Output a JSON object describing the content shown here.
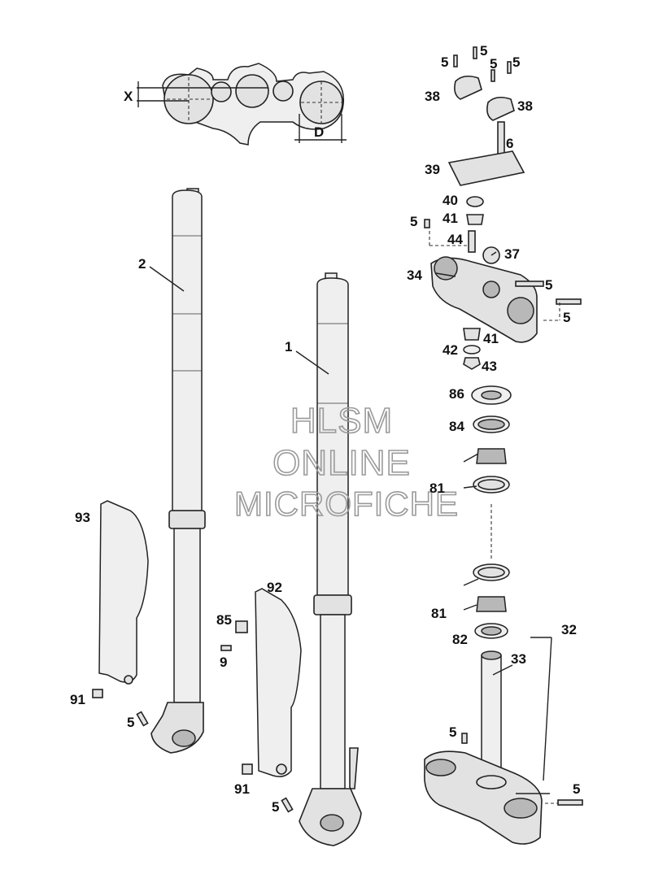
{
  "diagram": {
    "dimension_labels": {
      "x": "X",
      "d": "D"
    },
    "watermark": [
      "HLSM",
      "ONLINE",
      "MICROFICHE"
    ],
    "callouts": [
      {
        "id": "c-5a",
        "text": "5"
      },
      {
        "id": "c-5b",
        "text": "5"
      },
      {
        "id": "c-5c",
        "text": "5"
      },
      {
        "id": "c-5d",
        "text": "5"
      },
      {
        "id": "c-38a",
        "text": "38"
      },
      {
        "id": "c-38b",
        "text": "38"
      },
      {
        "id": "c-6",
        "text": "6"
      },
      {
        "id": "c-39",
        "text": "39"
      },
      {
        "id": "c-40",
        "text": "40"
      },
      {
        "id": "c-5e",
        "text": "5"
      },
      {
        "id": "c-41a",
        "text": "41"
      },
      {
        "id": "c-44",
        "text": "44"
      },
      {
        "id": "c-37",
        "text": "37"
      },
      {
        "id": "c-34",
        "text": "34"
      },
      {
        "id": "c-5f",
        "text": "5"
      },
      {
        "id": "c-5g",
        "text": "5"
      },
      {
        "id": "c-41b",
        "text": "41"
      },
      {
        "id": "c-42",
        "text": "42"
      },
      {
        "id": "c-43",
        "text": "43"
      },
      {
        "id": "c-86",
        "text": "86"
      },
      {
        "id": "c-84",
        "text": "84"
      },
      {
        "id": "c-81a",
        "text": "81"
      },
      {
        "id": "c-81b",
        "text": "81"
      },
      {
        "id": "c-82",
        "text": "82"
      },
      {
        "id": "c-32",
        "text": "32"
      },
      {
        "id": "c-33",
        "text": "33"
      },
      {
        "id": "c-5h",
        "text": "5"
      },
      {
        "id": "c-5i",
        "text": "5"
      },
      {
        "id": "c-2",
        "text": "2"
      },
      {
        "id": "c-1",
        "text": "1"
      },
      {
        "id": "c-93",
        "text": "93"
      },
      {
        "id": "c-92",
        "text": "92"
      },
      {
        "id": "c-85",
        "text": "85"
      },
      {
        "id": "c-9",
        "text": "9"
      },
      {
        "id": "c-91a",
        "text": "91"
      },
      {
        "id": "c-5j",
        "text": "5"
      },
      {
        "id": "c-91b",
        "text": "91"
      },
      {
        "id": "c-5k",
        "text": "5"
      }
    ]
  }
}
